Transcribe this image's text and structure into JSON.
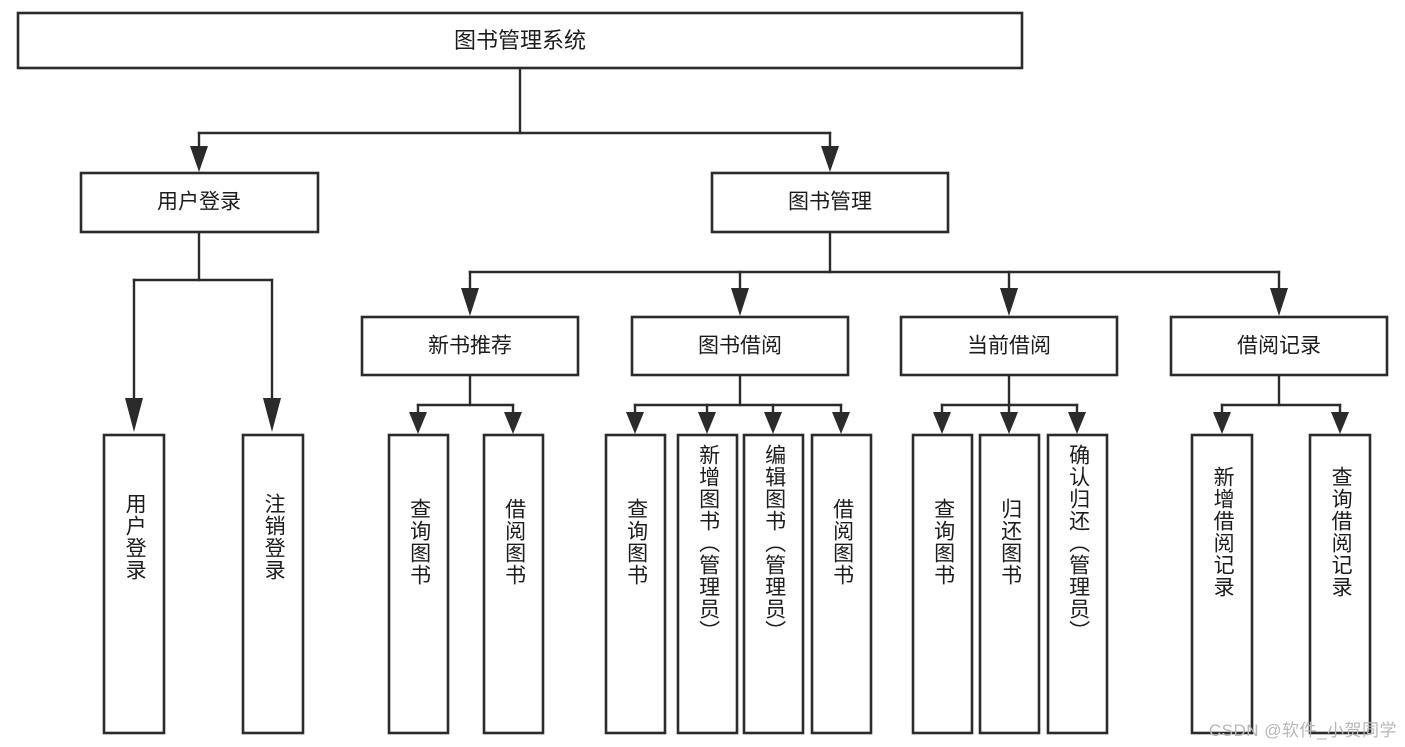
{
  "diagram": {
    "type": "tree",
    "title": "图书管理系统",
    "watermark": "CSDN @软件_小贺同学",
    "colors": {
      "box_stroke": "#2b2b2b",
      "box_fill": "#ffffff",
      "text": "#1c1c1c",
      "background": "#ffffff",
      "watermark": "#b7b7b7"
    },
    "root": {
      "label": "图书管理系统",
      "level": 0
    },
    "level2": [
      {
        "id": "user-login",
        "label": "用户登录"
      },
      {
        "id": "book-manage",
        "label": "图书管理"
      }
    ],
    "level3": [
      {
        "id": "new-book-recommend",
        "label": "新书推荐",
        "parent": "book-manage"
      },
      {
        "id": "book-borrow",
        "label": "图书借阅",
        "parent": "book-manage"
      },
      {
        "id": "current-borrow",
        "label": "当前借阅",
        "parent": "book-manage"
      },
      {
        "id": "borrow-record",
        "label": "借阅记录",
        "parent": "book-manage"
      }
    ],
    "leaves": [
      {
        "id": "leaf-user-login",
        "label": "用户登录",
        "parent": "user-login"
      },
      {
        "id": "leaf-logout-login",
        "label": "注销登录",
        "parent": "user-login"
      },
      {
        "id": "leaf-query-book-1",
        "label": "查询图书",
        "parent": "new-book-recommend"
      },
      {
        "id": "leaf-borrow-book-1",
        "label": "借阅图书",
        "parent": "new-book-recommend"
      },
      {
        "id": "leaf-query-book-2",
        "label": "查询图书",
        "parent": "book-borrow"
      },
      {
        "id": "leaf-add-book",
        "label": "新增图书（管理员）",
        "parent": "book-borrow"
      },
      {
        "id": "leaf-edit-book",
        "label": "编辑图书（管理员）",
        "parent": "book-borrow"
      },
      {
        "id": "leaf-borrow-book-2",
        "label": "借阅图书",
        "parent": "book-borrow"
      },
      {
        "id": "leaf-query-book-3",
        "label": "查询图书",
        "parent": "current-borrow"
      },
      {
        "id": "leaf-return-book",
        "label": "归还图书",
        "parent": "current-borrow"
      },
      {
        "id": "leaf-confirm-return",
        "label": "确认归还（管理员）",
        "parent": "current-borrow"
      },
      {
        "id": "leaf-add-record",
        "label": "新增借阅记录",
        "parent": "borrow-record"
      },
      {
        "id": "leaf-query-record",
        "label": "查询借阅记录",
        "parent": "borrow-record"
      }
    ]
  }
}
